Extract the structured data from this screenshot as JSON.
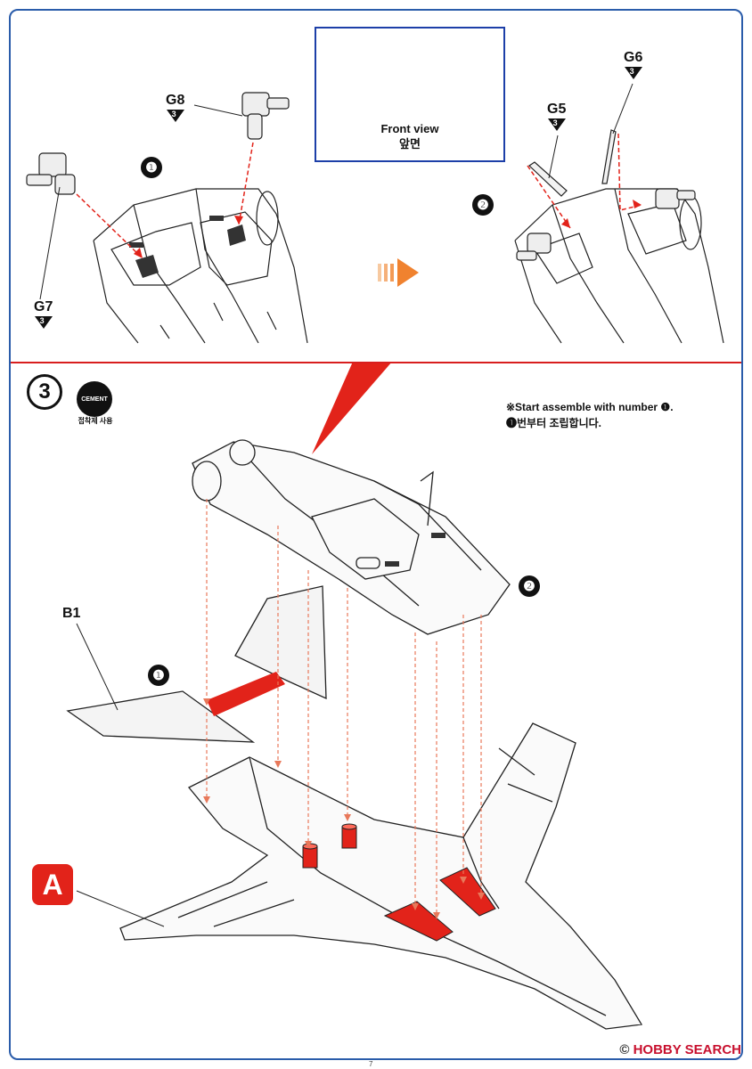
{
  "parts": {
    "g8": {
      "label": "G8",
      "runner": "3"
    },
    "g7": {
      "label": "G7",
      "runner": "3"
    },
    "g5": {
      "label": "G5",
      "runner": "3"
    },
    "g6": {
      "label": "G6",
      "runner": "3"
    },
    "b1": {
      "label": "B1"
    }
  },
  "steps": {
    "one": "❶",
    "two": "❷",
    "three": "3",
    "sub_one": "❶",
    "sub_two": "❷"
  },
  "front_view": {
    "title": "Front view",
    "title_ko": "앞면"
  },
  "cement": {
    "label": "CEMENT",
    "caption": "접착제 사용"
  },
  "note": {
    "line1": "※Start assemble with number ❶.",
    "line2": "❶번부터 조립합니다."
  },
  "section_badge": "A",
  "watermark": {
    "brand": "HOBBY SEARCH",
    "prefix": "©"
  },
  "page_number": "7",
  "colors": {
    "frame": "#2a5caa",
    "accent": "#e2231a",
    "divider": "#d81e1e",
    "guide": "#e8785a"
  }
}
